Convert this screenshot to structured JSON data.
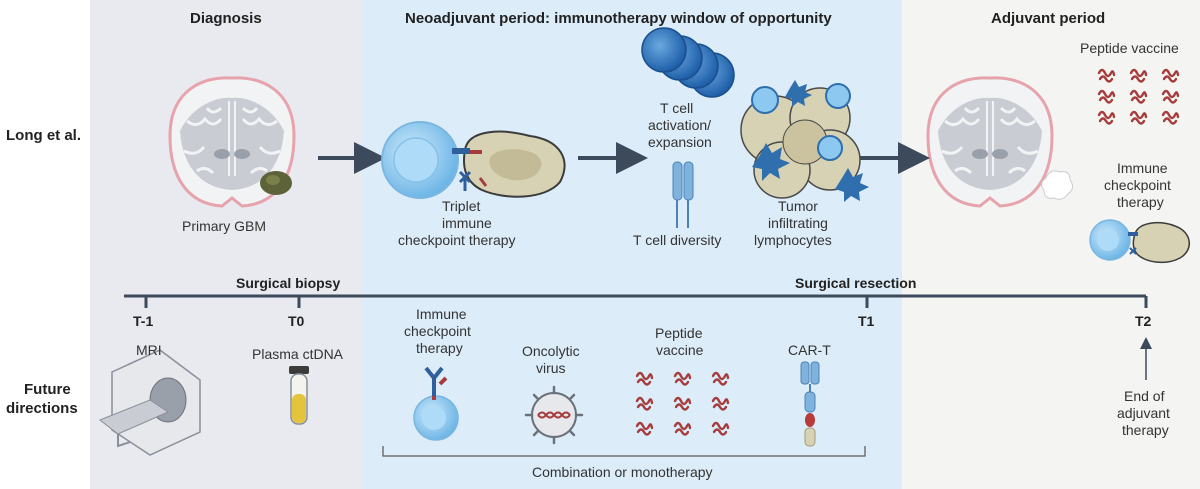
{
  "sections": {
    "diagnosis": "Diagnosis",
    "neoadjuvant": "Neoadjuvant period: immunotherapy window of opportunity",
    "adjuvant": "Adjuvant period"
  },
  "rows": {
    "long_line1": "Long et al.",
    "future_line1": "Future",
    "future_line2": "directions"
  },
  "long": {
    "primary_gbm": "Primary GBM",
    "triplet_1": "Triplet",
    "triplet_2": "immune",
    "triplet_3": "checkpoint therapy",
    "tcell_act_1": "T cell",
    "tcell_act_2": "activation/",
    "tcell_act_3": "expansion",
    "tcell_div": "T cell diversity",
    "til_1": "Tumor",
    "til_2": "infiltrating",
    "til_3": "lymphocytes",
    "peptide_vaccine": "Peptide vaccine",
    "ict_1": "Immune",
    "ict_2": "checkpoint",
    "ict_3": "therapy"
  },
  "timeline": {
    "events": {
      "biopsy": "Surgical biopsy",
      "resection": "Surgical resection"
    },
    "points": {
      "tm1": "T-1",
      "t0": "T0",
      "t1": "T1",
      "t2": "T2"
    }
  },
  "future": {
    "mri": "MRI",
    "ctdna": "Plasma ctDNA",
    "ict_1": "Immune",
    "ict_2": "checkpoint",
    "ict_3": "therapy",
    "ov_1": "Oncolytic",
    "ov_2": "virus",
    "pv_1": "Peptide",
    "pv_2": "vaccine",
    "cart": "CAR-T",
    "end_1": "End of",
    "end_2": "adjuvant",
    "end_3": "therapy",
    "combo": "Combination or monotherapy"
  },
  "colors": {
    "diagnosis_bg": "#e8eaef",
    "neoadjuvant_bg": "#dcedf9",
    "adjuvant_bg": "#f4f5f2",
    "arrow": "#3d4a5c",
    "peptide": "#a63c3c",
    "tcell": "#8cc8ef",
    "tumor_cell": "#d8d2b4"
  }
}
